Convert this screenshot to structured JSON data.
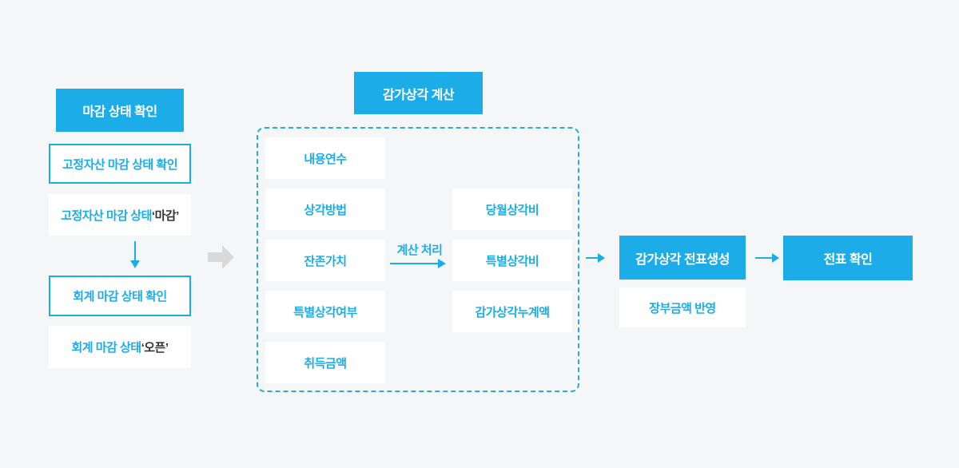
{
  "colors": {
    "accent_blue": "#1cade8",
    "background": "#f4f6f7",
    "gray_arrow": "#d9d9d9",
    "dark_text": "#333333"
  },
  "close_status_flow": {
    "title": "마감 상태 확인",
    "fixed_asset_check": "고정자산 마감 상태 확인",
    "fixed_asset_status_prefix": "고정자산 마감 상태 ",
    "fixed_asset_status_value": "‘마감’",
    "accounting_check": "회계 마감 상태 확인",
    "accounting_status_prefix": "회계 마감 상태 ",
    "accounting_status_value": "‘오픈’"
  },
  "depreciation_calc": {
    "title": "감가상각 계산",
    "inputs": [
      "내용연수",
      "상각방법",
      "잔존가치",
      "특별상각여부",
      "취득금액"
    ],
    "process_label": "계산 처리",
    "outputs": [
      "당월상각비",
      "특별상각비",
      "감가상각누계액"
    ]
  },
  "voucher_creation": {
    "title": "감가상각 전표생성",
    "note": "장부금액 반영"
  },
  "voucher_check": {
    "title": "전표 확인"
  }
}
